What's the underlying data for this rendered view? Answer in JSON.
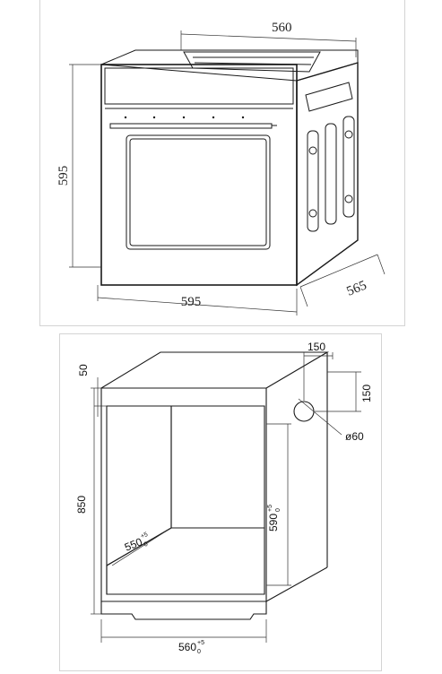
{
  "oven": {
    "width_label": "560",
    "height_label": "595",
    "front_width_label": "595",
    "depth_label": "565"
  },
  "cabinet": {
    "top_gap_label": "50",
    "height_label": "850",
    "niche_width_main": "560",
    "niche_width_tol_sub": "0",
    "niche_width_tol_sup": "+5",
    "niche_depth_main": "550",
    "niche_depth_tol_sub": "0",
    "niche_depth_tol_sup": "+5",
    "niche_height_main": "590",
    "niche_height_tol_sub": "0",
    "niche_height_tol_sup": "+5",
    "hole_offset_x_label": "150",
    "hole_offset_y_label": "150",
    "hole_diameter_label": "ø60"
  }
}
